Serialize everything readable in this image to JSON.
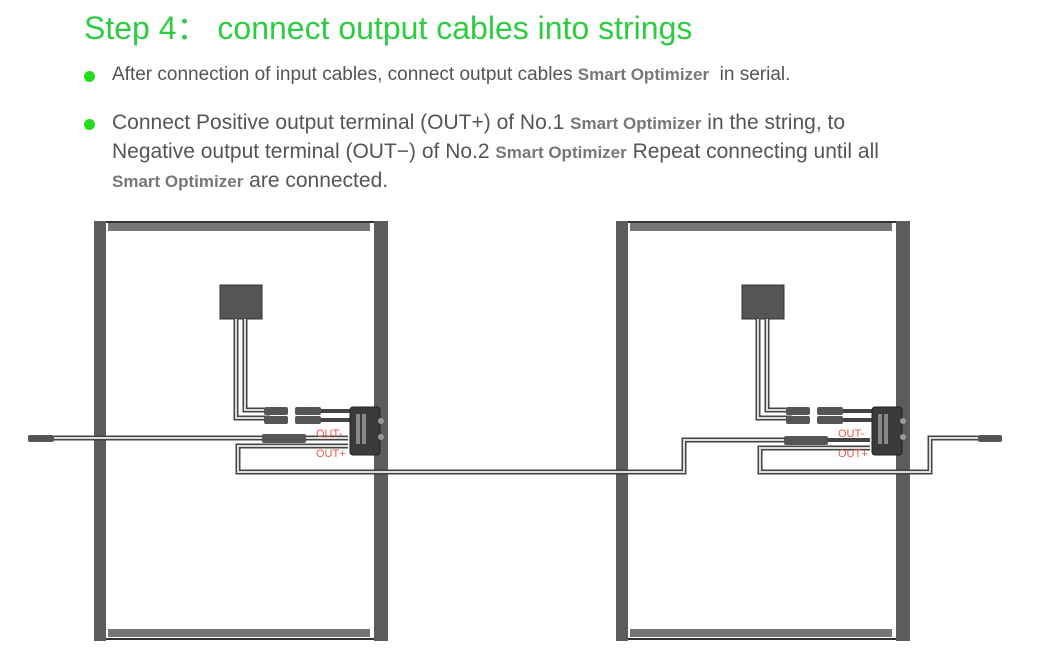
{
  "title": "Step 4： connect output cables into strings",
  "bullets": {
    "b1": {
      "pre": "After connection of input cables, connect output cables ",
      "term": "Smart Optimizer",
      "post": "  in serial."
    },
    "b2": {
      "l1_pre": "Connect Positive output terminal (OUT+) of No.1 ",
      "l1_term": "Smart Optimizer",
      "l1_post": " in the string, to",
      "l2_pre": "Negative output terminal (OUT−) of No.2 ",
      "l2_term": "Smart Optimizer",
      "l2_post": " Repeat connecting until all",
      "l3_term": "Smart Optimizer",
      "l3_post": " are connected."
    }
  },
  "diagram": {
    "labels": {
      "out_minus": "OUT-",
      "out_plus": "OUT+"
    },
    "colors": {
      "frame": "#555555",
      "cable": "#444444",
      "label": "#e05a4a",
      "accent": "#2ecc40"
    }
  }
}
